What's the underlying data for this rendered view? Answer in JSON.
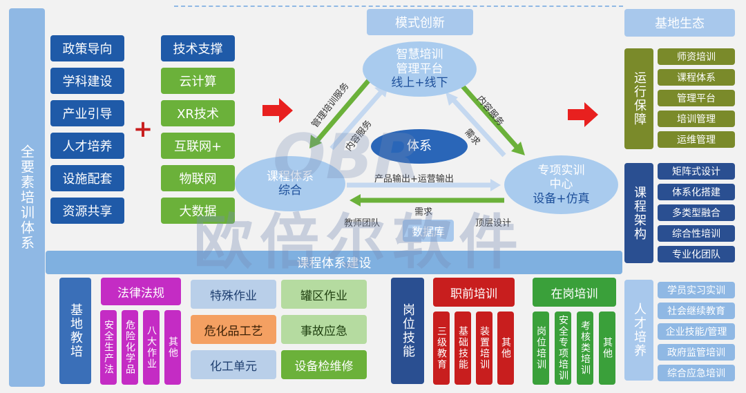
{
  "left_title": "全要素培训体系",
  "left_col1": [
    "政策导向",
    "学科建设",
    "产业引导",
    "人才培养",
    "设施配套",
    "资源共享"
  ],
  "plus_sign": "+",
  "left_col2": [
    "技术支撑",
    "云计算",
    "XR技术",
    "互联网+",
    "物联网",
    "大数据"
  ],
  "mode_title": "模式创新",
  "center": {
    "top_ellipse": [
      "智慧培训",
      "管理平台",
      "线上+线下"
    ],
    "left_ellipse": [
      "课程体系",
      "综合"
    ],
    "right_ellipse": [
      "专项实训",
      "中心",
      "设备+仿真"
    ],
    "mid_ellipse": "体系",
    "labels": {
      "mgmt_service": "管理培训服务",
      "content_service_left": "内容服务",
      "content_service_right": "内容服务",
      "demand_right": "需求",
      "product_output": "产品输出+运营输出",
      "demand_bottom": "需求",
      "teacher_team": "教师团队",
      "top_design": "顶层设计"
    },
    "database": "数据库"
  },
  "course_bar": "课程体系建设",
  "right_title": "基地生态",
  "ops": {
    "title": "运行保障",
    "items": [
      "师资培训",
      "课程体系",
      "管理平台",
      "培训管理",
      "运维管理"
    ]
  },
  "arch": {
    "title": "课程架构",
    "items": [
      "矩阵式设计",
      "体系化搭建",
      "多类型融合",
      "综合性培训",
      "专业化团队"
    ]
  },
  "talent": {
    "title": "人才培养",
    "items": [
      "学员实习实训",
      "社会继续教育",
      "企业技能/管理",
      "政府监管培训",
      "综合应急培训"
    ]
  },
  "base": {
    "title": "基地教培",
    "law_title": "法律法规",
    "law_items": [
      "安全生产法",
      "危险化学品",
      "八大作业",
      "其他"
    ],
    "grid": [
      "特殊作业",
      "罐区作业",
      "危化品工艺",
      "事故应急",
      "化工单元",
      "设备检维修"
    ]
  },
  "post": {
    "title": "岗位技能",
    "pre_title": "职前培训",
    "pre_items": [
      "三级教育",
      "基础技能",
      "装置培训",
      "其他"
    ],
    "on_title": "在岗培训",
    "on_items": [
      "岗位培训",
      "安全专项培训",
      "考核类培训",
      "其他"
    ]
  },
  "watermark": "欧倍尔软件",
  "watermark_logo": "OBR",
  "colors": {
    "blue": "#1f5aa8",
    "green": "#6bb13a",
    "olive": "#7a8a2a",
    "magenta": "#c42cc4",
    "red": "#c81e1e",
    "lightblue": "#8fb8e4",
    "arrow_red": "#e8201f"
  }
}
